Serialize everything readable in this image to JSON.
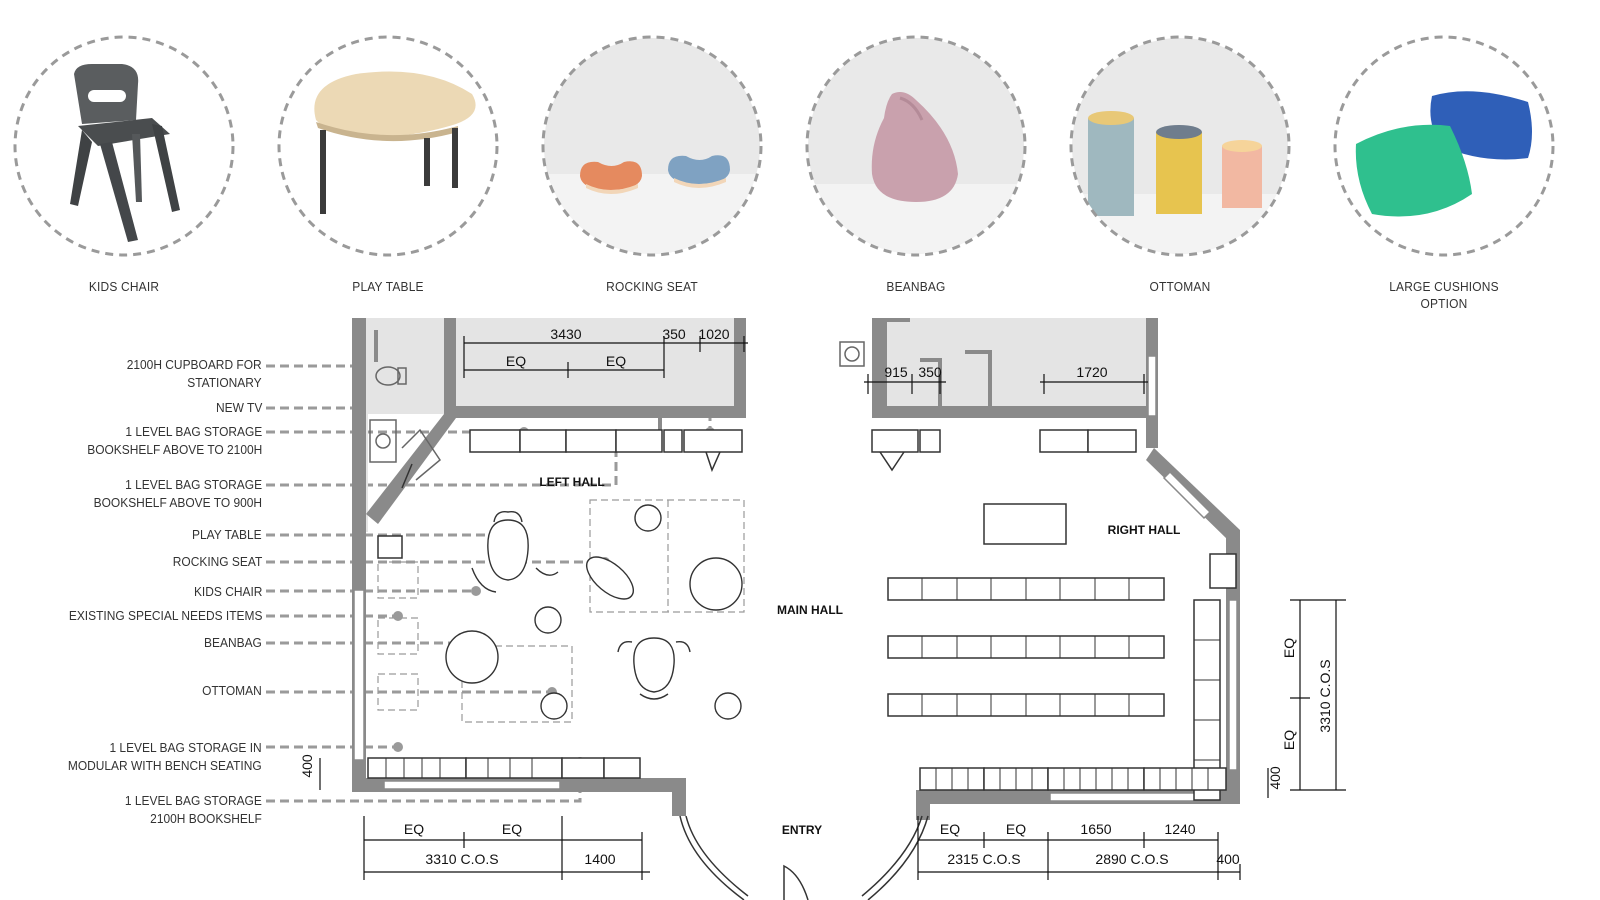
{
  "furniture_options": [
    {
      "label": "KIDS CHAIR",
      "icon": "kids-chair-icon"
    },
    {
      "label": "PLAY TABLE",
      "icon": "play-table-icon"
    },
    {
      "label": "ROCKING SEAT",
      "icon": "rocking-seat-icon"
    },
    {
      "label": "BEANBAG",
      "icon": "beanbag-icon"
    },
    {
      "label": "OTTOMAN",
      "icon": "ottoman-icon"
    },
    {
      "label": "LARGE CUSHIONS\nOPTION",
      "icon": "cushions-icon"
    }
  ],
  "legend": [
    "2100H CUPBOARD FOR\nSTATIONARY",
    "NEW TV",
    "1 LEVEL BAG STORAGE\nBOOKSHELF ABOVE TO 2100H",
    "1 LEVEL BAG STORAGE\nBOOKSHELF ABOVE TO 900H",
    "PLAY TABLE",
    "ROCKING SEAT",
    "KIDS CHAIR",
    "EXISTING  SPECIAL NEEDS ITEMS",
    "BEANBAG",
    "OTTOMAN",
    "1 LEVEL BAG STORAGE IN\nMODULAR WITH BENCH SEATING",
    "1 LEVEL BAG STORAGE\n2100H BOOKSHELF"
  ],
  "rooms": {
    "left_hall": "LEFT HALL",
    "right_hall": "RIGHT HALL",
    "main_hall": "MAIN HALL",
    "entry": "ENTRY"
  },
  "dimensions": {
    "top_left_total": "3430",
    "top_left_eq1": "EQ",
    "top_left_eq2": "EQ",
    "top_left_350": "350",
    "top_left_1020": "1020",
    "top_right_915": "915",
    "top_right_350": "350",
    "top_right_1720": "1720",
    "right_eq1": "EQ",
    "right_eq2": "EQ",
    "right_total": "3310 C.O.S",
    "right_400": "400",
    "left_400": "400",
    "bottom_left_eq1": "EQ",
    "bottom_left_eq2": "EQ",
    "bottom_left_total": "3310 C.O.S",
    "bottom_left_1400": "1400",
    "bottom_right_eq1": "EQ",
    "bottom_right_eq2": "EQ",
    "bottom_right_1650": "1650",
    "bottom_right_1240": "1240",
    "bottom_right_2315": "2315 C.O.S",
    "bottom_right_2890": "2890 C.O.S",
    "bottom_right_400": "400"
  }
}
